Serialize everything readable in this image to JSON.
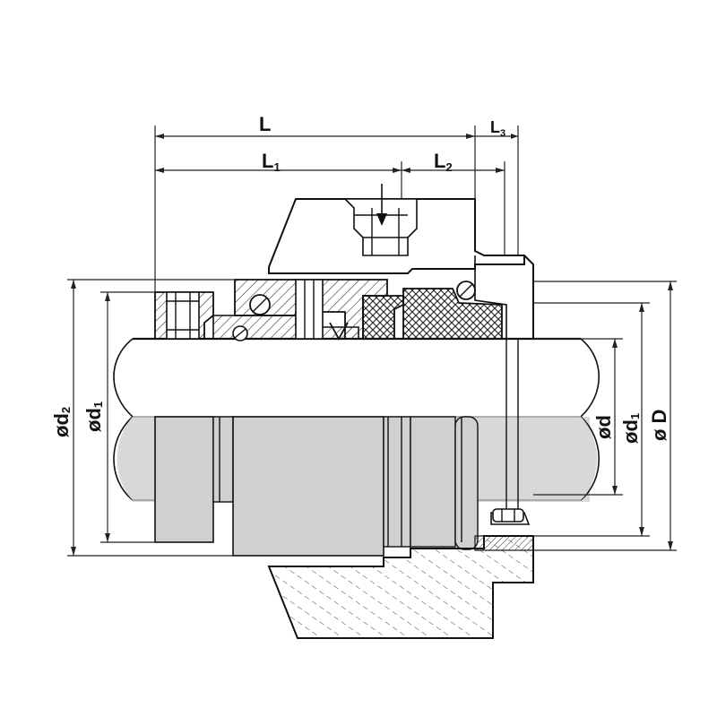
{
  "labels": {
    "L": "L",
    "L1_main": "L",
    "L1_sub": "1",
    "L2_main": "L",
    "L2_sub": "2",
    "L3_main": "L",
    "L3_sub": "3",
    "od2_main": "ød",
    "od2_sub": "2",
    "od1_left_main": "ød",
    "od1_left_sub": "1",
    "od": "ød",
    "od1_right_main": "ød",
    "od1_right_sub": "1",
    "oD": "ø D"
  },
  "colors": {
    "shaft_fill": "#d8d8d8",
    "shaft_edge": "#9a9a9a",
    "line": "#111111",
    "hatch": "#333333",
    "background": "#ffffff"
  }
}
